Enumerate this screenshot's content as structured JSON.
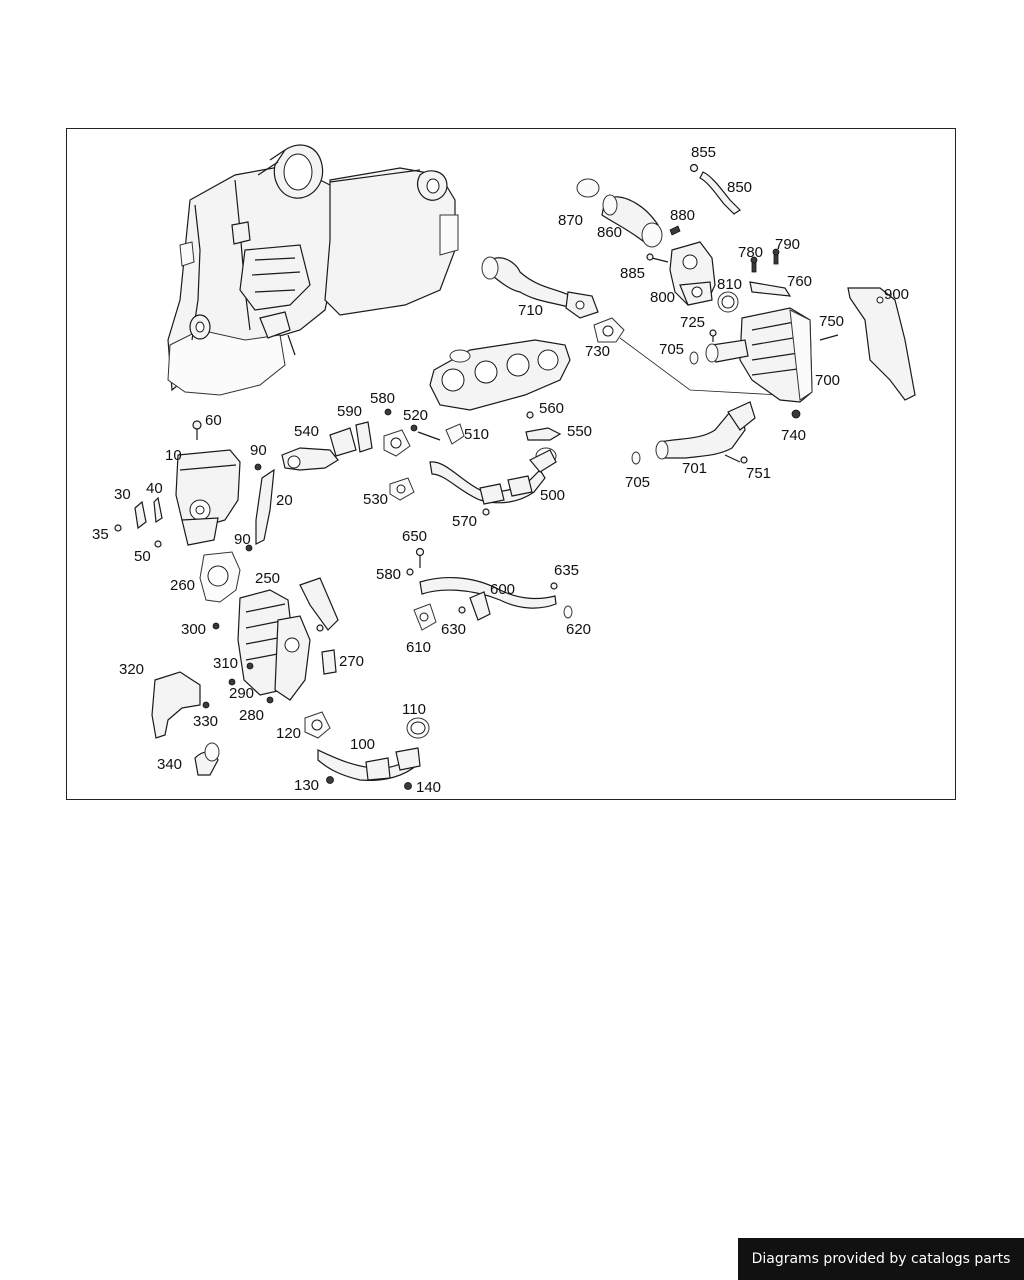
{
  "callouts": [
    {
      "id": "c855",
      "text": "855"
    },
    {
      "id": "c850",
      "text": "850"
    },
    {
      "id": "c870",
      "text": "870"
    },
    {
      "id": "c860",
      "text": "860"
    },
    {
      "id": "c880",
      "text": "880"
    },
    {
      "id": "c780",
      "text": "780"
    },
    {
      "id": "c790",
      "text": "790"
    },
    {
      "id": "c760",
      "text": "760"
    },
    {
      "id": "c810",
      "text": "810"
    },
    {
      "id": "c885",
      "text": "885"
    },
    {
      "id": "c800",
      "text": "800"
    },
    {
      "id": "c900",
      "text": "900"
    },
    {
      "id": "c710",
      "text": "710"
    },
    {
      "id": "c725",
      "text": "725"
    },
    {
      "id": "c750",
      "text": "750"
    },
    {
      "id": "c730",
      "text": "730"
    },
    {
      "id": "c705a",
      "text": "705"
    },
    {
      "id": "c700",
      "text": "700"
    },
    {
      "id": "c580a",
      "text": "580"
    },
    {
      "id": "c520",
      "text": "520"
    },
    {
      "id": "c560",
      "text": "560"
    },
    {
      "id": "c590",
      "text": "590"
    },
    {
      "id": "c540",
      "text": "540"
    },
    {
      "id": "c510",
      "text": "510"
    },
    {
      "id": "c550",
      "text": "550"
    },
    {
      "id": "c740",
      "text": "740"
    },
    {
      "id": "c60",
      "text": "60"
    },
    {
      "id": "c10",
      "text": "10"
    },
    {
      "id": "c90a",
      "text": "90"
    },
    {
      "id": "c530",
      "text": "530"
    },
    {
      "id": "c500",
      "text": "500"
    },
    {
      "id": "c701",
      "text": "701"
    },
    {
      "id": "c751",
      "text": "751"
    },
    {
      "id": "c705b",
      "text": "705"
    },
    {
      "id": "c30",
      "text": "30"
    },
    {
      "id": "c40",
      "text": "40"
    },
    {
      "id": "c20",
      "text": "20"
    },
    {
      "id": "c35",
      "text": "35"
    },
    {
      "id": "c570",
      "text": "570"
    },
    {
      "id": "c90b",
      "text": "90"
    },
    {
      "id": "c50",
      "text": "50"
    },
    {
      "id": "c650",
      "text": "650"
    },
    {
      "id": "c580b",
      "text": "580"
    },
    {
      "id": "c635",
      "text": "635"
    },
    {
      "id": "c260",
      "text": "260"
    },
    {
      "id": "c250",
      "text": "250"
    },
    {
      "id": "c600",
      "text": "600"
    },
    {
      "id": "c630",
      "text": "630"
    },
    {
      "id": "c620",
      "text": "620"
    },
    {
      "id": "c300",
      "text": "300"
    },
    {
      "id": "c610",
      "text": "610"
    },
    {
      "id": "c270",
      "text": "270"
    },
    {
      "id": "c320",
      "text": "320"
    },
    {
      "id": "c310",
      "text": "310"
    },
    {
      "id": "c290",
      "text": "290"
    },
    {
      "id": "c330",
      "text": "330"
    },
    {
      "id": "c280",
      "text": "280"
    },
    {
      "id": "c110",
      "text": "110"
    },
    {
      "id": "c120",
      "text": "120"
    },
    {
      "id": "c100",
      "text": "100"
    },
    {
      "id": "c340",
      "text": "340"
    },
    {
      "id": "c130",
      "text": "130"
    },
    {
      "id": "c140",
      "text": "140"
    }
  ],
  "credit": "Diagrams provided by catalogs parts"
}
